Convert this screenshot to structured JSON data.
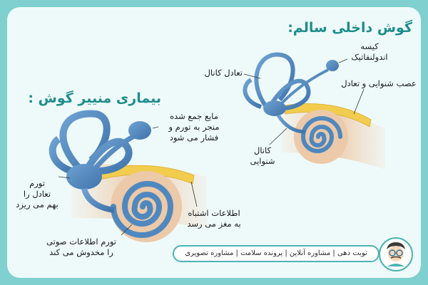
{
  "titles": {
    "healthy": "گوش داخلی سالم:",
    "meniere": "بیماری منییر گوش :"
  },
  "labels": {
    "endolymphatic_sac": "کیسه\nاندولنفاتیک",
    "balance_canal": "تعادل کانال",
    "nerve": "عصب شنوایی و تعادل",
    "cochlear_canal": "کانال\nشنوایی",
    "fluid": "مایع جمع شده\nمنجر به تورم و\nفشار می شود",
    "balance_swelling": "تورم\nتعادل را\nبهم می ریزد",
    "wrong_info": "اطلاعات اشتباه\nبه مغز می رسد",
    "hearing_swelling": "تورم اطلاعات صوتی\nرا مخدوش می کند"
  },
  "footer": {
    "services": "نوبت دهی | مشاوره آنلاین | پرونده سلامت | مشاوره تصویری"
  },
  "colors": {
    "background": "#7fd0cf",
    "card": "#eefafa",
    "title": "#1e8d8b",
    "ear_blue": "#4f88bf",
    "nerve_yellow": "#f2cc4d",
    "tissue": "#e9c7a6"
  }
}
